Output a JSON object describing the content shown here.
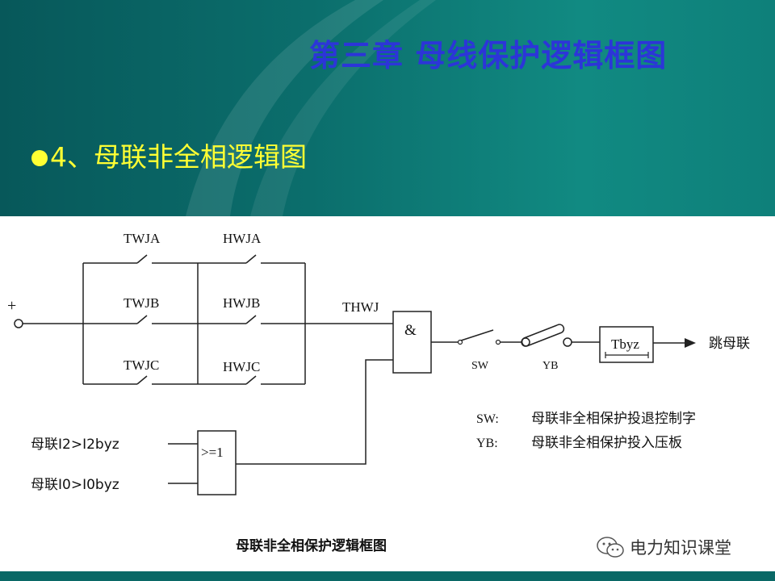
{
  "header": {
    "chapter_title": "第三章 母线保护逻辑框图",
    "section_title": "4、母联非全相逻辑图",
    "bullet_icon": "filled-circle-bullet"
  },
  "diagram": {
    "plus_label": "+",
    "contacts_row1": [
      "TWJA",
      "HWJA"
    ],
    "contacts_row2": [
      "TWJB",
      "HWJB"
    ],
    "contacts_row3": [
      "TWJC",
      "HWJC"
    ],
    "thwj_label": "THWJ",
    "and_gate_label": "&",
    "or_gate_label": ">=1",
    "input_i2": "母联I2>I2byz",
    "input_i0": "母联I0>I0byz",
    "sw_label": "SW",
    "yb_label": "YB",
    "timer_label": "Tbyz",
    "output_label": "跳母联",
    "legend": [
      {
        "key": "SW:",
        "text": "母联非全相保护投退控制字"
      },
      {
        "key": "YB:",
        "text": "母联非全相保护投入压板"
      }
    ],
    "caption": "母联非全相保护逻辑框图"
  },
  "watermark": {
    "icon": "wechat-icon",
    "text": "电力知识课堂"
  }
}
